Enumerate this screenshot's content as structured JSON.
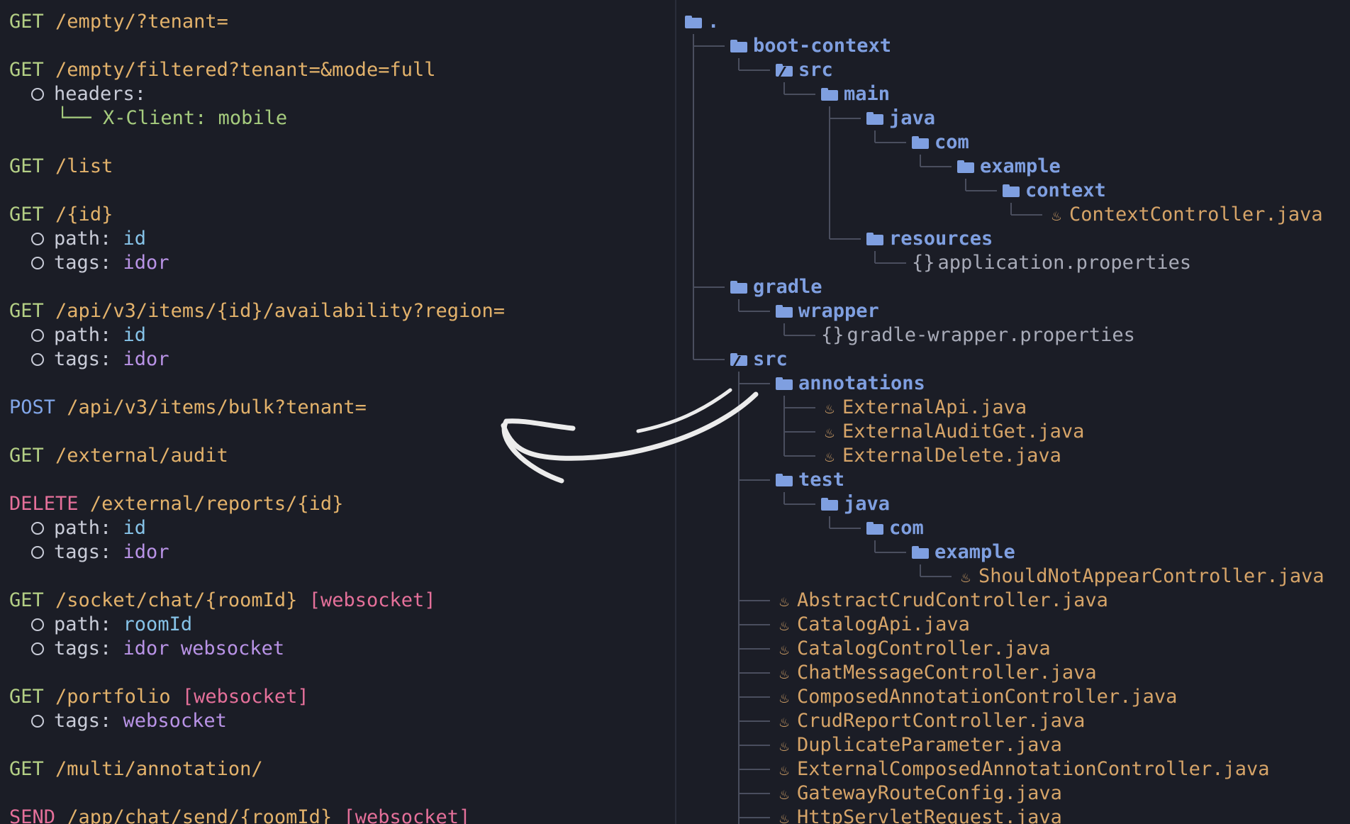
{
  "endpoints": {
    "e1": {
      "method": "GET",
      "path": "/empty/?tenant="
    },
    "e2": {
      "method": "GET",
      "path": "/empty/filtered?tenant=&mode=full",
      "headers_key": "headers:",
      "branch": "└──",
      "header": "X-Client: mobile"
    },
    "e3": {
      "method": "GET",
      "path": "/list"
    },
    "e4": {
      "method": "GET",
      "path": "/{id}",
      "path_key": "path:",
      "path_val": "id",
      "tags_key": "tags:",
      "tags_val": "idor"
    },
    "e5": {
      "method": "GET",
      "path": "/api/v3/items/{id}/availability?region=",
      "path_key": "path:",
      "path_val": "id",
      "tags_key": "tags:",
      "tags_val": "idor"
    },
    "e6": {
      "method": "POST",
      "path": "/api/v3/items/bulk?tenant="
    },
    "e7": {
      "method": "GET",
      "path": "/external/audit"
    },
    "e8": {
      "method": "DELETE",
      "path": "/external/reports/{id}",
      "path_key": "path:",
      "path_val": "id",
      "tags_key": "tags:",
      "tags_val": "idor"
    },
    "e9": {
      "method": "GET",
      "path": "/socket/chat/{roomId}",
      "badge": "[websocket]",
      "path_key": "path:",
      "path_val": "roomId",
      "tags_key": "tags:",
      "tags_val1": "idor",
      "tags_val2": "websocket"
    },
    "e10": {
      "method": "GET",
      "path": "/portfolio",
      "badge": "[websocket]",
      "tags_key": "tags:",
      "tags_val": "websocket"
    },
    "e11": {
      "method": "GET",
      "path": "/multi/annotation/"
    },
    "e12": {
      "method": "SEND",
      "path": "/app/chat/send/{roomId}",
      "badge": "[websocket]"
    }
  },
  "tree": {
    "root": ".",
    "items": [
      {
        "label": "boot-context",
        "type": "folder"
      },
      {
        "label": "src",
        "type": "folder-open"
      },
      {
        "label": "main",
        "type": "folder"
      },
      {
        "label": "java",
        "type": "folder"
      },
      {
        "label": "com",
        "type": "folder"
      },
      {
        "label": "example",
        "type": "folder"
      },
      {
        "label": "context",
        "type": "folder"
      },
      {
        "label": "ContextController.java",
        "type": "java"
      },
      {
        "label": "resources",
        "type": "folder"
      },
      {
        "label": "application.properties",
        "type": "prop",
        "icon": "{}"
      },
      {
        "label": "gradle",
        "type": "folder"
      },
      {
        "label": "wrapper",
        "type": "folder"
      },
      {
        "label": "gradle-wrapper.properties",
        "type": "prop",
        "icon": "{}"
      },
      {
        "label": "src",
        "type": "folder-open"
      },
      {
        "label": "annotations",
        "type": "folder"
      },
      {
        "label": "ExternalApi.java",
        "type": "java"
      },
      {
        "label": "ExternalAuditGet.java",
        "type": "java"
      },
      {
        "label": "ExternalDelete.java",
        "type": "java"
      },
      {
        "label": "test",
        "type": "folder"
      },
      {
        "label": "java",
        "type": "folder"
      },
      {
        "label": "com",
        "type": "folder"
      },
      {
        "label": "example",
        "type": "folder"
      },
      {
        "label": "ShouldNotAppearController.java",
        "type": "java"
      },
      {
        "label": "AbstractCrudController.java",
        "type": "java"
      },
      {
        "label": "CatalogApi.java",
        "type": "java"
      },
      {
        "label": "CatalogController.java",
        "type": "java"
      },
      {
        "label": "ChatMessageController.java",
        "type": "java"
      },
      {
        "label": "ComposedAnnotationController.java",
        "type": "java"
      },
      {
        "label": "CrudReportController.java",
        "type": "java"
      },
      {
        "label": "DuplicateParameter.java",
        "type": "java"
      },
      {
        "label": "ExternalComposedAnnotationController.java",
        "type": "java"
      },
      {
        "label": "GatewayRouteConfig.java",
        "type": "java"
      },
      {
        "label": "HttpServletRequest.java",
        "type": "java"
      }
    ]
  },
  "colors": {
    "background": "#1b1d26",
    "folder": "#7f9fe0",
    "java": "#d6a468",
    "get": "#b4cf85",
    "post": "#82a6e8",
    "delete": "#e5709a"
  }
}
